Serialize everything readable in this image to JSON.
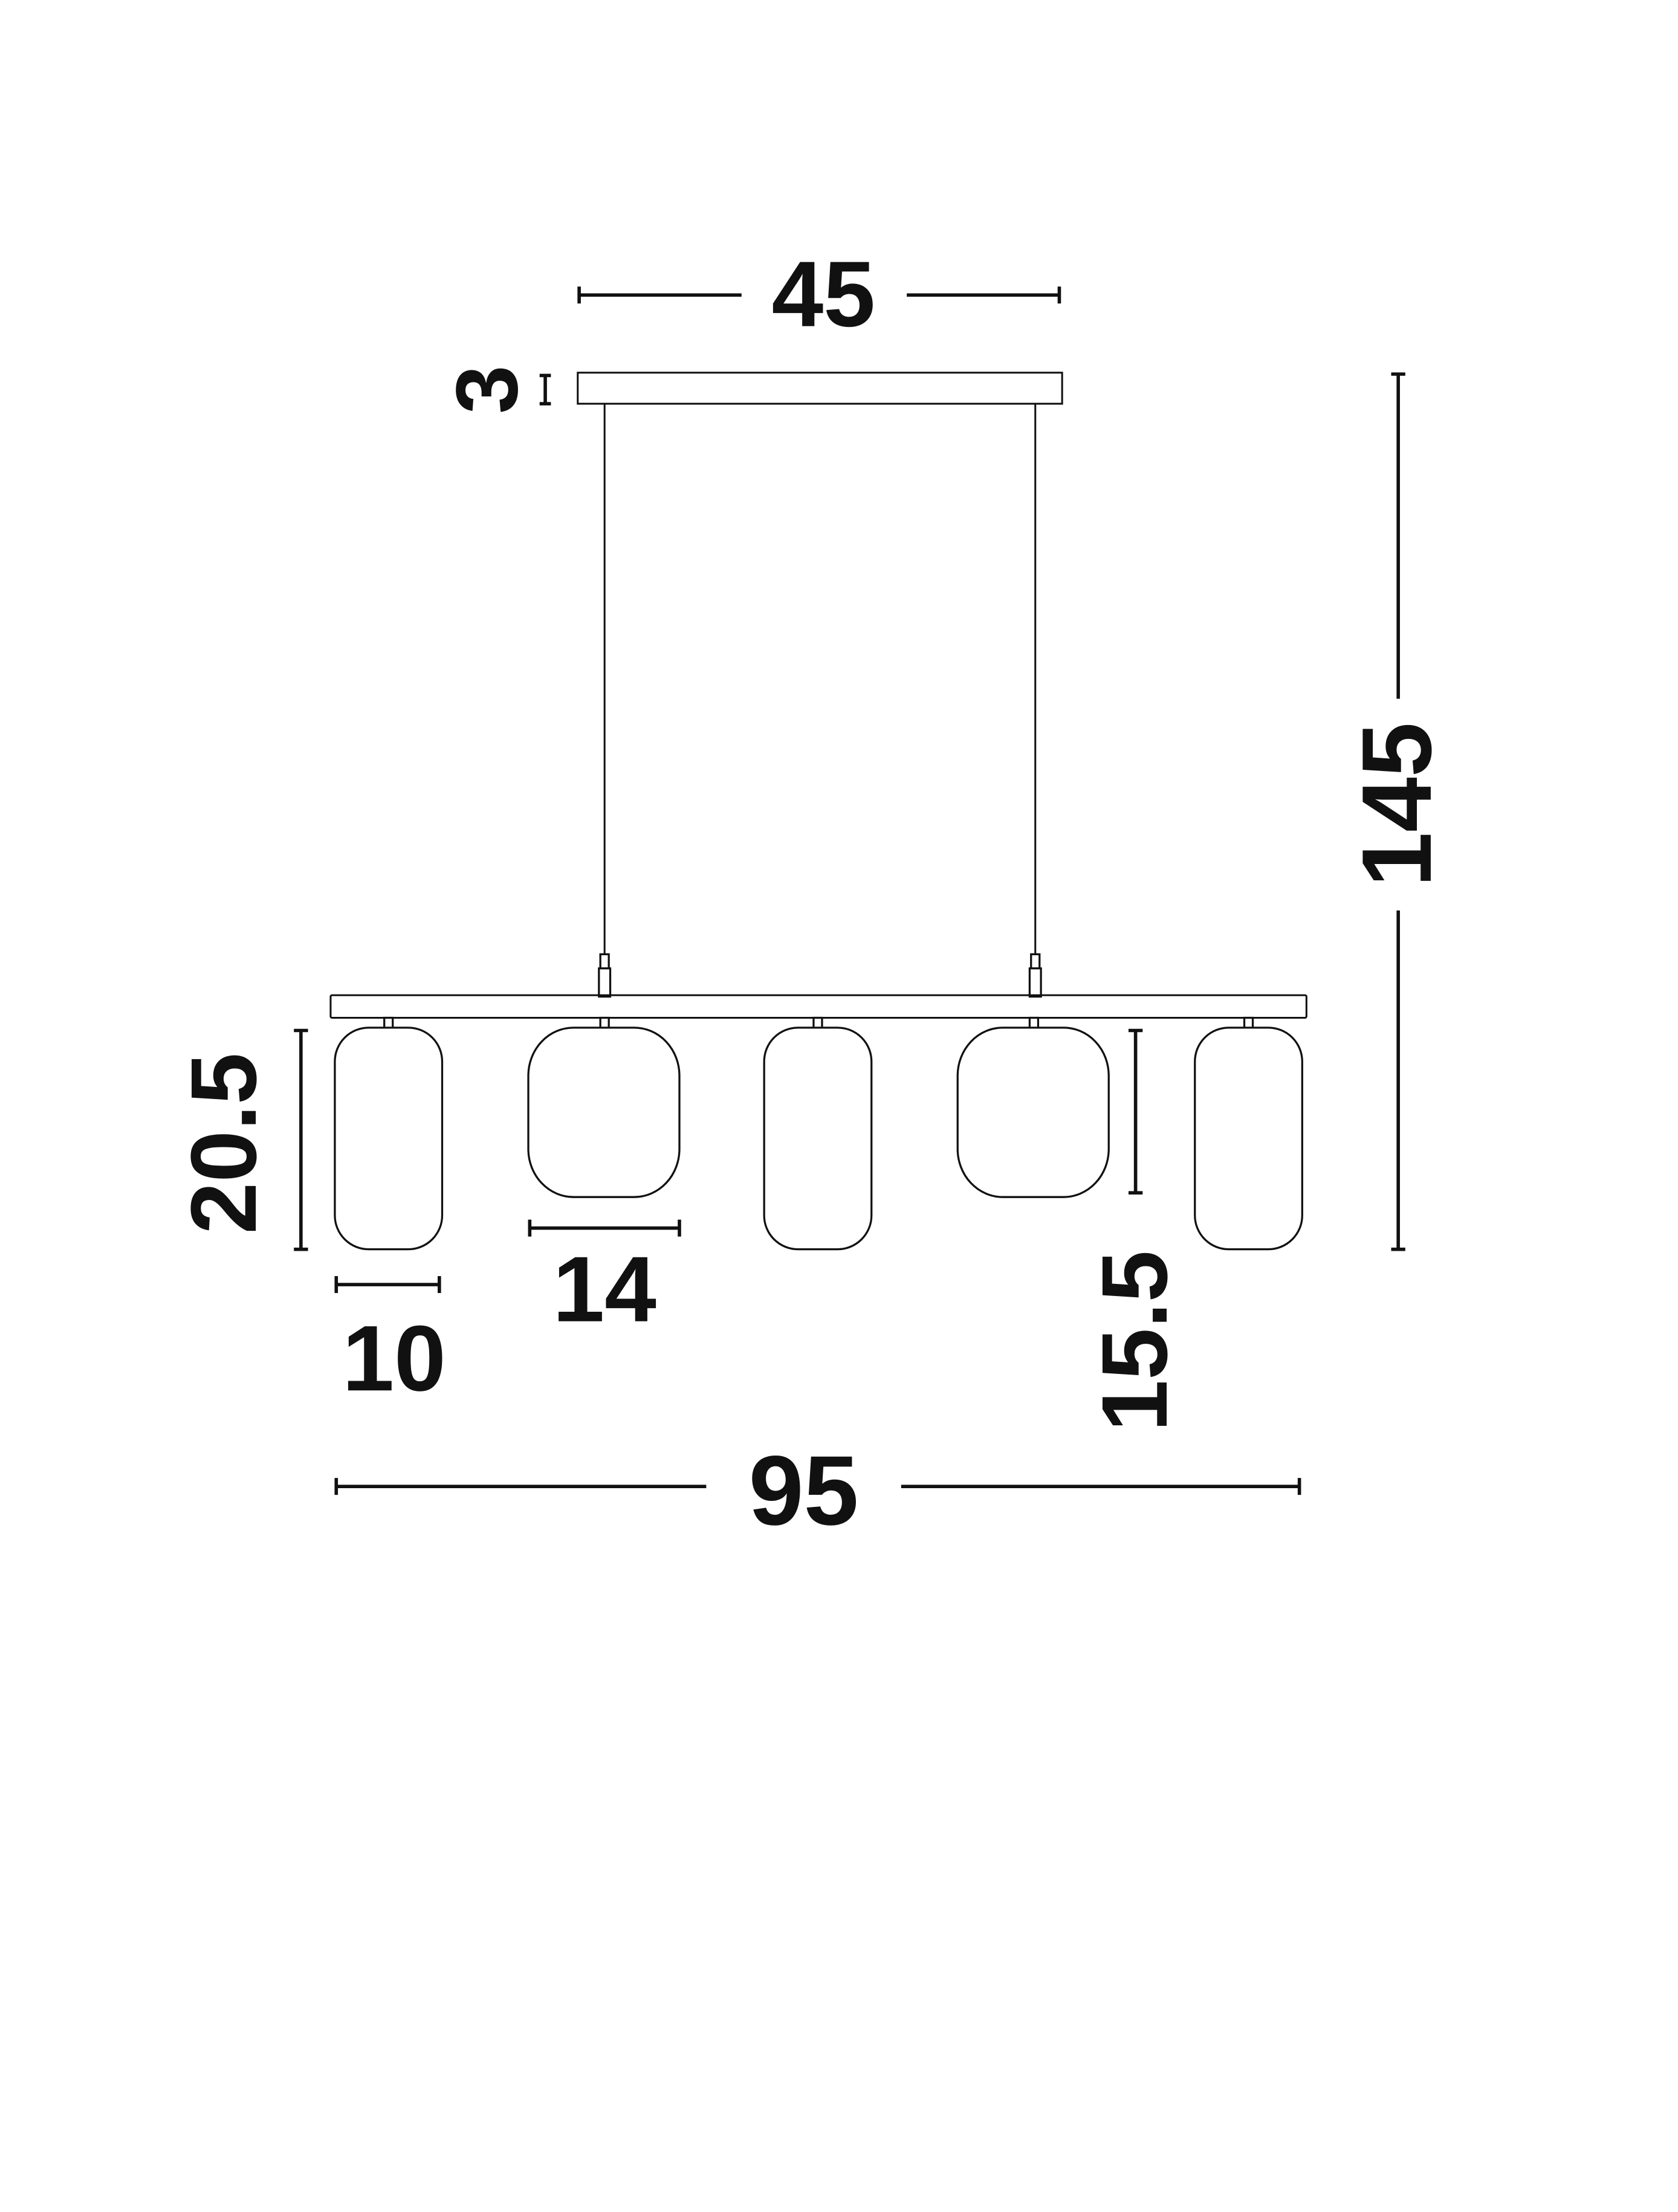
{
  "dimensions": {
    "canopy_width": "45",
    "canopy_height": "3",
    "total_height": "145",
    "total_width": "95",
    "narrow_shade_height": "20.5",
    "narrow_shade_width": "10",
    "wide_shade_width": "14",
    "wide_shade_height": "15.5"
  },
  "colors": {
    "line": "#111111",
    "background": "#ffffff"
  }
}
